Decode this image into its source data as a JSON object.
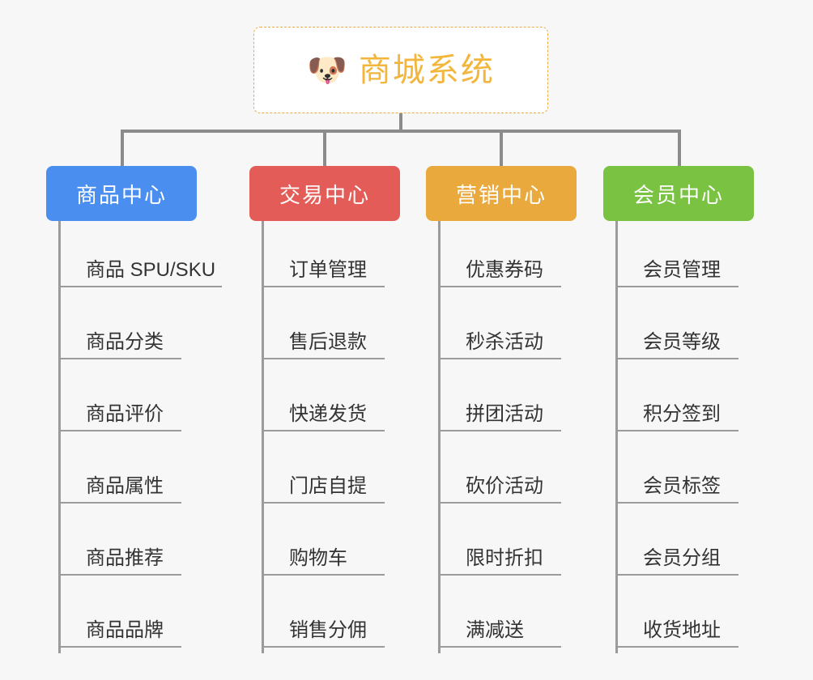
{
  "root": {
    "icon": "dog-face-emoji",
    "emoji": "🐶",
    "title": "商城系统",
    "title_color": "#f2b63c",
    "border_color": "#e9a93f"
  },
  "theme": {
    "background": "#f7f7f7",
    "connector_color": "#8c8c8c",
    "leaf_line_color": "#9b9b9b",
    "leaf_text_color": "#333333"
  },
  "columns": [
    {
      "title": "商品中心",
      "color": "#4a8ff0",
      "items": [
        {
          "label": "商品 SPU/SKU"
        },
        {
          "label": "商品分类"
        },
        {
          "label": "商品评价"
        },
        {
          "label": "商品属性"
        },
        {
          "label": "商品推荐"
        },
        {
          "label": "商品品牌"
        }
      ]
    },
    {
      "title": "交易中心",
      "color": "#e45c58",
      "items": [
        {
          "label": "订单管理"
        },
        {
          "label": "售后退款"
        },
        {
          "label": "快递发货"
        },
        {
          "label": "门店自提"
        },
        {
          "label": "购物车"
        },
        {
          "label": "销售分佣"
        }
      ]
    },
    {
      "title": "营销中心",
      "color": "#eaa93c",
      "items": [
        {
          "label": "优惠券码"
        },
        {
          "label": "秒杀活动"
        },
        {
          "label": "拼团活动"
        },
        {
          "label": "砍价活动"
        },
        {
          "label": "限时折扣"
        },
        {
          "label": "满减送"
        }
      ]
    },
    {
      "title": "会员中心",
      "color": "#79c242",
      "items": [
        {
          "label": "会员管理"
        },
        {
          "label": "会员等级"
        },
        {
          "label": "积分签到"
        },
        {
          "label": "会员标签"
        },
        {
          "label": "会员分组"
        },
        {
          "label": "收货地址"
        }
      ]
    }
  ]
}
